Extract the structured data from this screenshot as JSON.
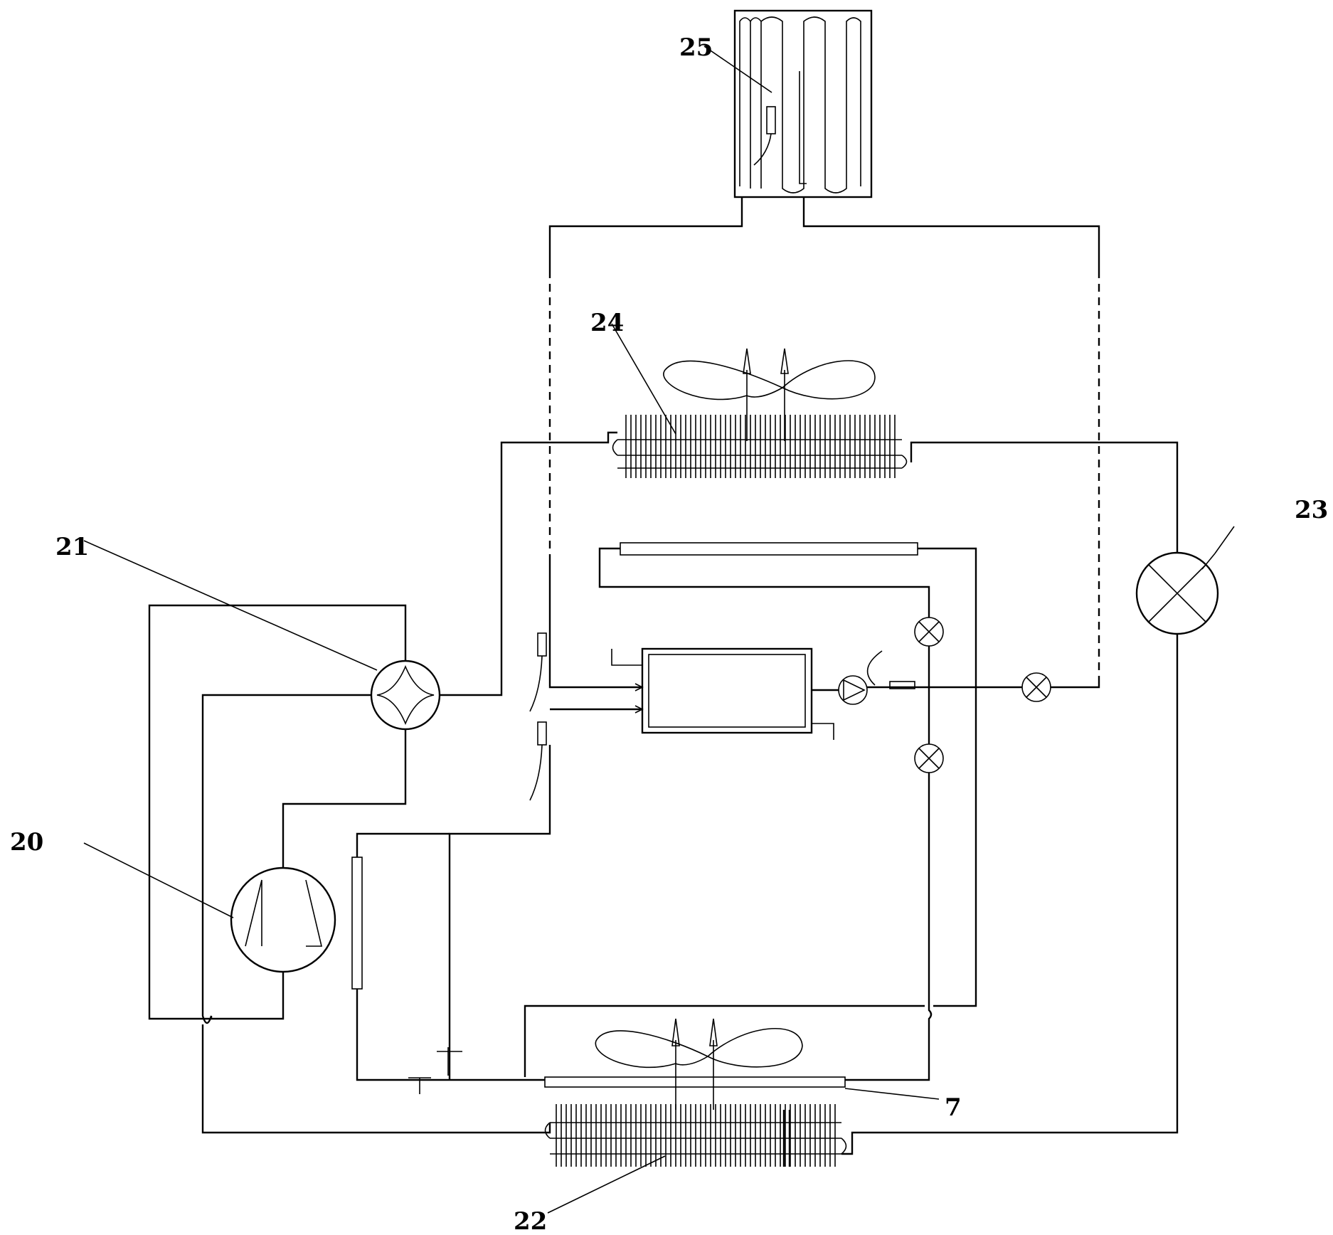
{
  "labels": {
    "compressor": "20",
    "four_way_valve": "21",
    "outdoor_heat_exchanger": "22",
    "expansion_valve": "23",
    "indoor_heat_exchanger": "24",
    "radiant_panel": "25",
    "heater": "7"
  },
  "colors": {
    "line": "#000000",
    "background": "#ffffff"
  }
}
